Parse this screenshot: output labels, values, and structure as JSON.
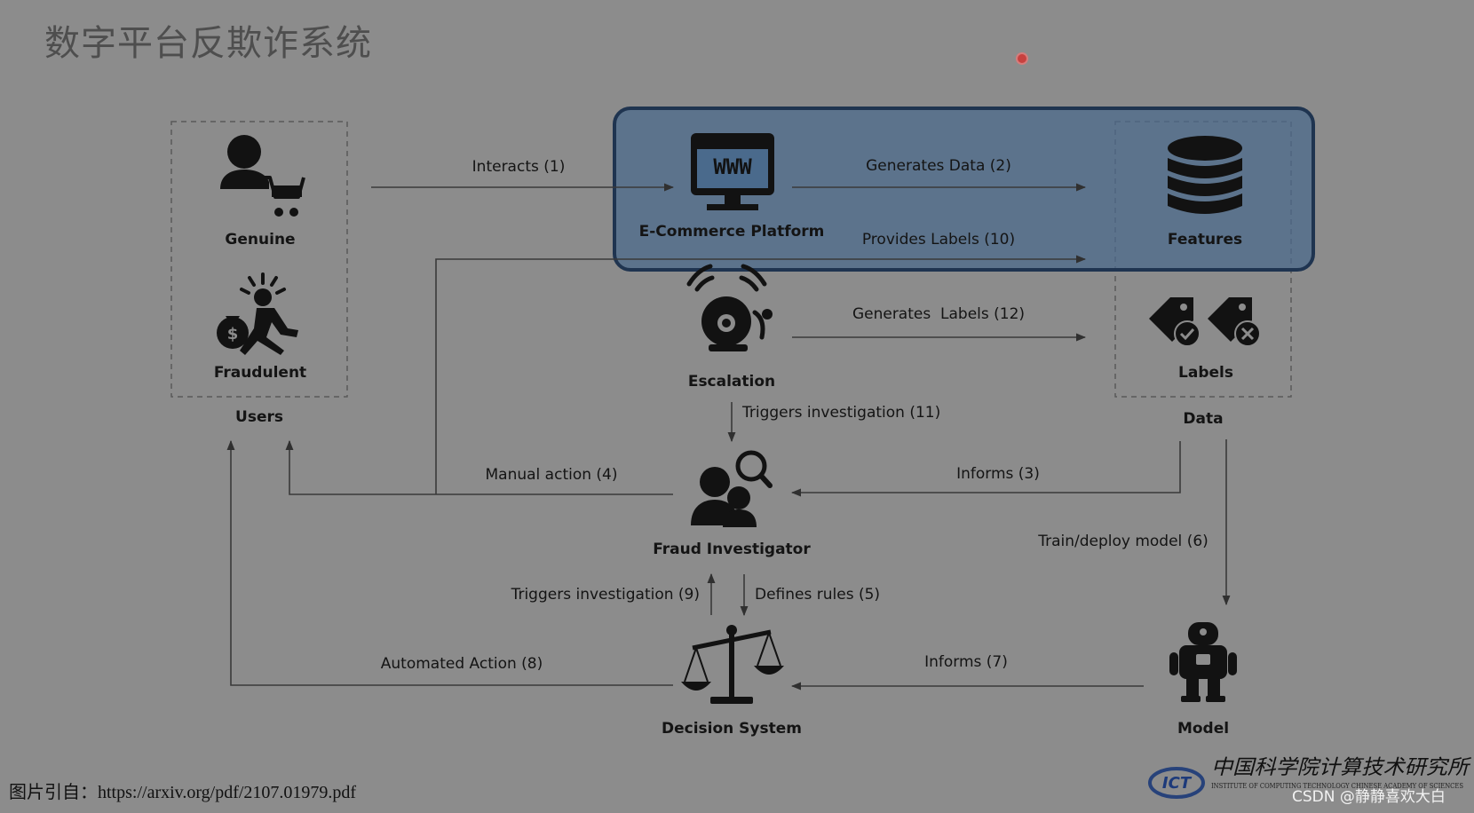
{
  "title": "数字平台反欺诈系统",
  "groups": {
    "users": "Users",
    "data": "Data"
  },
  "nodes": {
    "genuine": "Genuine",
    "fraudulent": "Fraudulent",
    "platform": "E-Commerce Platform",
    "features": "Features",
    "escalation": "Escalation",
    "labels": "Labels",
    "investigator": "Fraud Investigator",
    "decision": "Decision System",
    "model": "Model"
  },
  "edges": {
    "interacts": "Interacts (1)",
    "generates_data": "Generates Data (2)",
    "provides_labels": "Provides Labels (10)",
    "generates_labels": "Generates  Labels (12)",
    "triggers_investigation_11": "Triggers investigation (11)",
    "manual_action": "Manual action (4)",
    "informs_3": "Informs (3)",
    "train_deploy": "Train/deploy model (6)",
    "triggers_investigation_9": "Triggers investigation (9)",
    "defines_rules": "Defines rules (5)",
    "automated_action": "Automated Action (8)",
    "informs_7": "Informs (7)"
  },
  "icons": {
    "genuine": "shopper-cart-icon",
    "fraudulent": "thief-money-bag-icon",
    "platform": "www-monitor-icon",
    "features": "database-icon",
    "escalation": "alarm-bell-icon",
    "labels": "price-tags-icon",
    "investigator": "investigator-magnifier-icon",
    "decision": "balance-scale-icon",
    "model": "robot-icon"
  },
  "platform_www": "WWW",
  "highlight_color": "#4a6a8c",
  "footer": {
    "citation": "图片引自：https://arxiv.org/pdf/2107.01979.pdf",
    "logo_text": "中国科学院计算技术研究所",
    "logo_subtext": "INSTITUTE OF COMPUTING TECHNOLOGY CHINESE ACADEMY OF SCIENCES",
    "logo_mark": "ICT",
    "watermark": "CSDN @静静喜欢大白"
  }
}
